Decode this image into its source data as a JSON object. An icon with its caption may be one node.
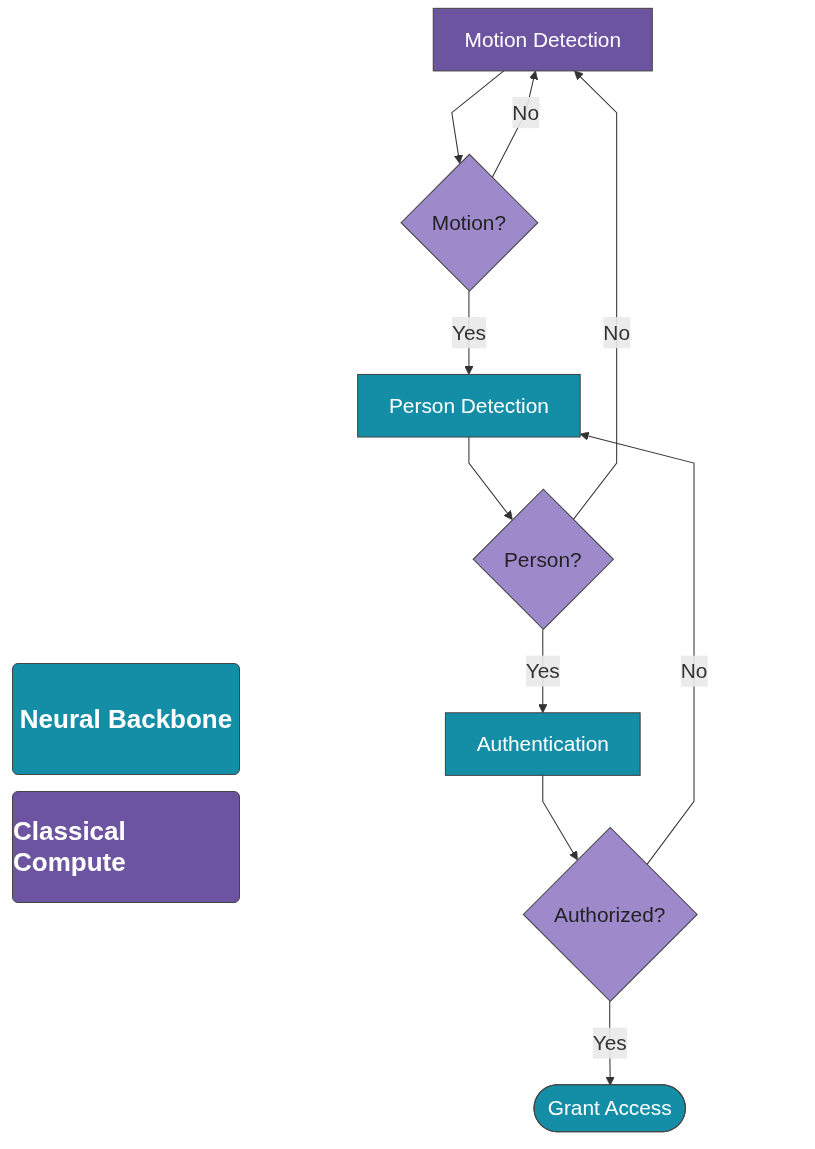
{
  "diagram": {
    "nodes": [
      {
        "text": [
          "Motion Detection"
        ]
      },
      {
        "text": [
          "Motion?"
        ]
      },
      {
        "text": [
          "Person Detection"
        ]
      },
      {
        "text": [
          "Person?"
        ]
      },
      {
        "text": [
          "Authentication"
        ]
      },
      {
        "text": [
          "Authorized?"
        ]
      },
      {
        "text": [
          "Grant Access"
        ]
      }
    ],
    "edges": [
      {
        "from": 0,
        "to": 1,
        "arrow": "to"
      },
      {
        "from": 1,
        "to": 0,
        "arrow": "to",
        "label": "No"
      },
      {
        "from": 1,
        "to": 2,
        "arrow": "to",
        "label": "Yes"
      },
      {
        "from": 2,
        "to": 3,
        "arrow": "to"
      },
      {
        "from": 3,
        "to": 0,
        "arrow": "to",
        "label": "No"
      },
      {
        "from": 3,
        "to": 4,
        "arrow": "to",
        "label": "Yes"
      },
      {
        "from": 4,
        "to": 5,
        "arrow": "to"
      },
      {
        "from": 5,
        "to": 6,
        "arrow": "to",
        "label": "Yes"
      },
      {
        "from": 5,
        "to": 2,
        "arrow": "to",
        "label": "No"
      }
    ],
    "legend": [
      {
        "text": "Neural Backbone",
        "color": "#138ea6"
      },
      {
        "text": "Classical Compute",
        "color": "#6c54a0"
      }
    ]
  }
}
